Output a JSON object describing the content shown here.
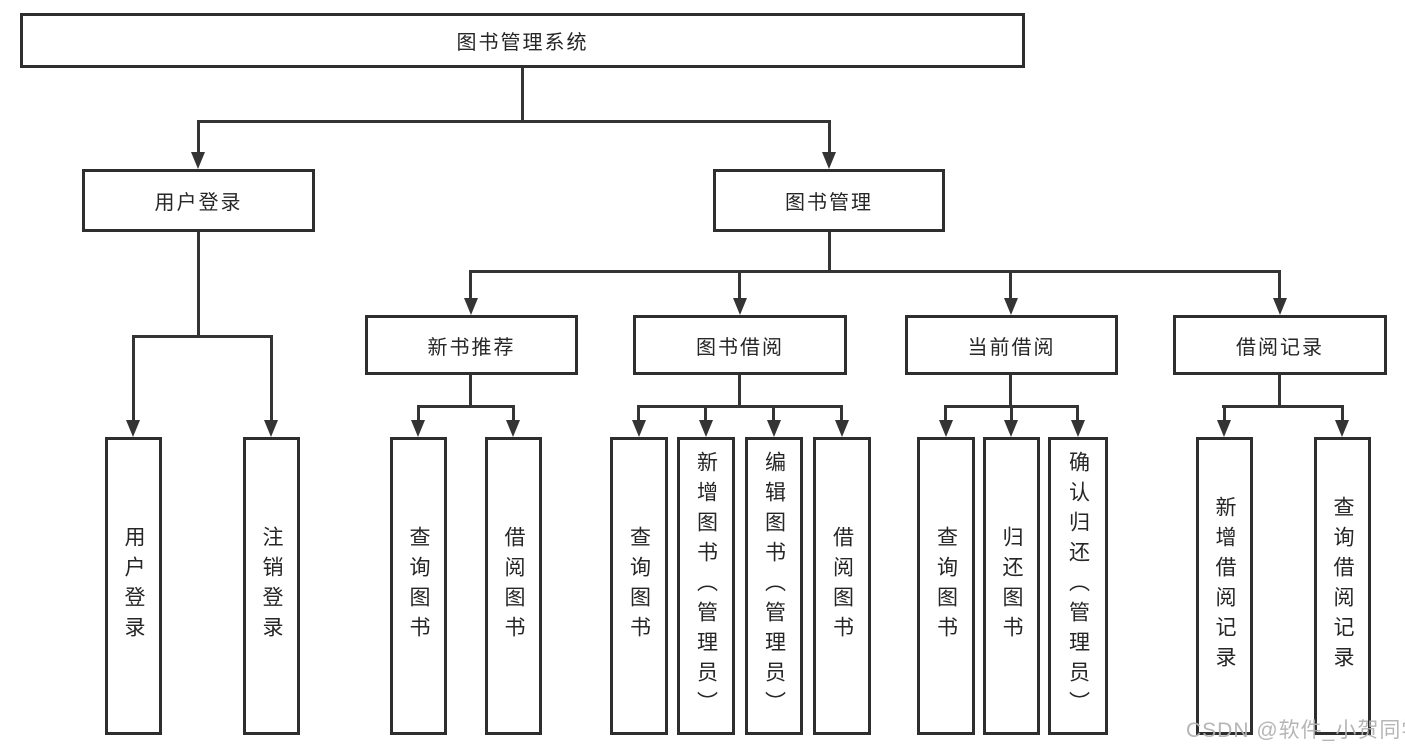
{
  "diagram_type": "tree-hierarchy",
  "nodes": {
    "root": "图书管理系统",
    "user_login": "用户登录",
    "book_management": "图书管理",
    "new_book_recommend": "新书推荐",
    "book_borrow": "图书借阅",
    "current_borrow": "当前借阅",
    "borrow_record": "借阅记录",
    "leaf_user_login": "用户登录",
    "leaf_logout": "注销登录",
    "leaf_query_book_1": "查询图书",
    "leaf_borrow_book_1": "借阅图书",
    "leaf_query_book_2": "查询图书",
    "leaf_add_book_admin": "新增图书（管理员）",
    "leaf_edit_book_admin": "编辑图书（管理员）",
    "leaf_borrow_book_2": "借阅图书",
    "leaf_query_book_3": "查询图书",
    "leaf_return_book": "归还图书",
    "leaf_confirm_return_admin": "确认归还（管理员）",
    "leaf_add_borrow_record": "新增借阅记录",
    "leaf_query_borrow_record": "查询借阅记录"
  },
  "edges": [
    [
      "root",
      "user_login"
    ],
    [
      "root",
      "book_management"
    ],
    [
      "user_login",
      "leaf_user_login"
    ],
    [
      "user_login",
      "leaf_logout"
    ],
    [
      "book_management",
      "new_book_recommend"
    ],
    [
      "book_management",
      "book_borrow"
    ],
    [
      "book_management",
      "current_borrow"
    ],
    [
      "book_management",
      "borrow_record"
    ],
    [
      "new_book_recommend",
      "leaf_query_book_1"
    ],
    [
      "new_book_recommend",
      "leaf_borrow_book_1"
    ],
    [
      "book_borrow",
      "leaf_query_book_2"
    ],
    [
      "book_borrow",
      "leaf_add_book_admin"
    ],
    [
      "book_borrow",
      "leaf_edit_book_admin"
    ],
    [
      "book_borrow",
      "leaf_borrow_book_2"
    ],
    [
      "current_borrow",
      "leaf_query_book_3"
    ],
    [
      "current_borrow",
      "leaf_return_book"
    ],
    [
      "current_borrow",
      "leaf_confirm_return_admin"
    ],
    [
      "borrow_record",
      "leaf_add_borrow_record"
    ],
    [
      "borrow_record",
      "leaf_query_borrow_record"
    ]
  ],
  "watermark": "CSDN @软件_小贺同学",
  "colors": {
    "line": "#343434",
    "box_border": "#2e2e2e",
    "box_background": "#ffffff",
    "text": "#262626",
    "watermark": "#b2b2b2",
    "page_background": "#ffffff"
  }
}
